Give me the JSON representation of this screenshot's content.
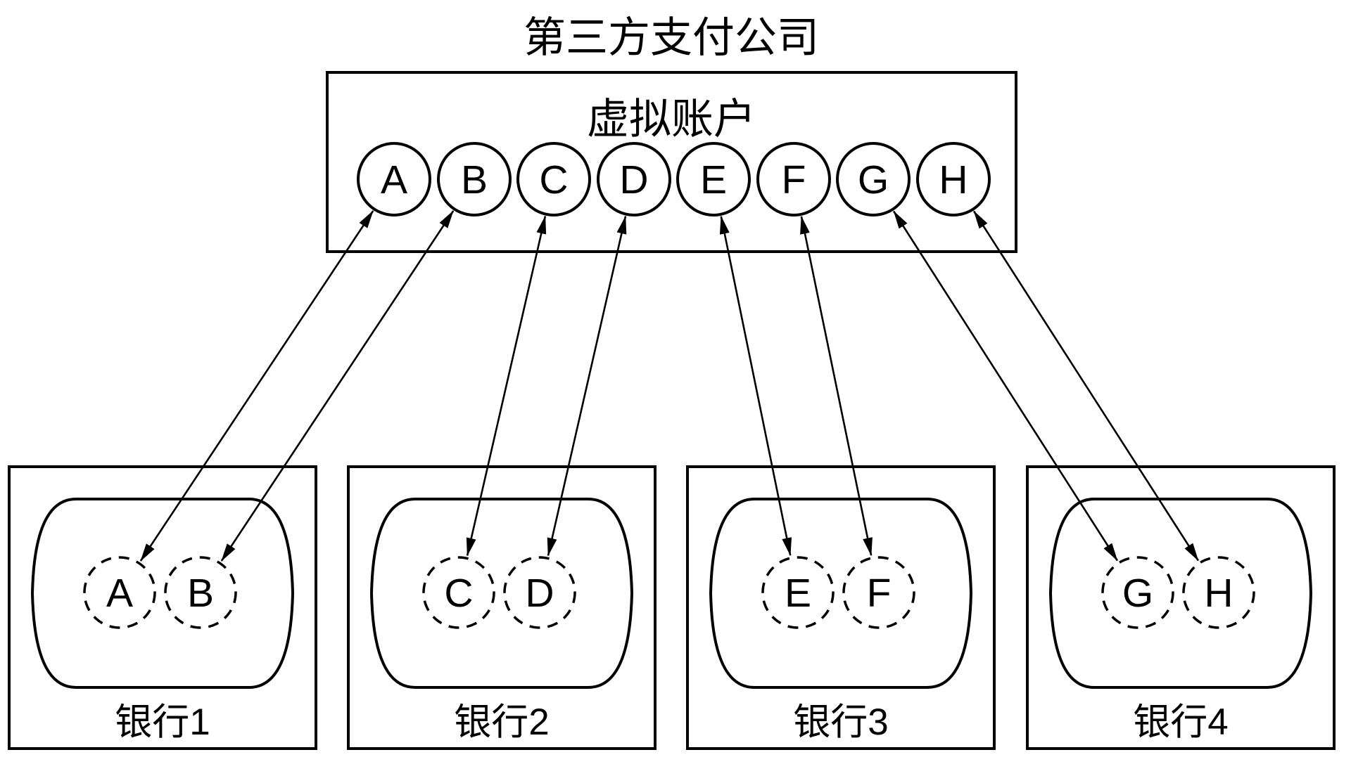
{
  "diagram": {
    "title": "第三方支付公司",
    "virtual_box": {
      "label": "虚拟账户",
      "accounts": [
        "A",
        "B",
        "C",
        "D",
        "E",
        "F",
        "G",
        "H"
      ]
    },
    "banks": [
      {
        "label": "银行1",
        "accounts": [
          "A",
          "B"
        ]
      },
      {
        "label": "银行2",
        "accounts": [
          "C",
          "D"
        ]
      },
      {
        "label": "银行3",
        "accounts": [
          "E",
          "F"
        ]
      },
      {
        "label": "银行4",
        "accounts": [
          "G",
          "H"
        ]
      }
    ],
    "links": [
      {
        "from": "virtual-A",
        "to": "bank1-A",
        "direction": "bidirectional"
      },
      {
        "from": "virtual-B",
        "to": "bank1-B",
        "direction": "bidirectional"
      },
      {
        "from": "virtual-C",
        "to": "bank2-C",
        "direction": "bidirectional"
      },
      {
        "from": "virtual-D",
        "to": "bank2-D",
        "direction": "bidirectional"
      },
      {
        "from": "virtual-E",
        "to": "bank3-E",
        "direction": "bidirectional"
      },
      {
        "from": "virtual-F",
        "to": "bank3-F",
        "direction": "bidirectional"
      },
      {
        "from": "virtual-G",
        "to": "bank4-G",
        "direction": "bidirectional"
      },
      {
        "from": "virtual-H",
        "to": "bank4-H",
        "direction": "bidirectional"
      }
    ],
    "colors": {
      "stroke": "#000000",
      "background": "#ffffff"
    }
  }
}
